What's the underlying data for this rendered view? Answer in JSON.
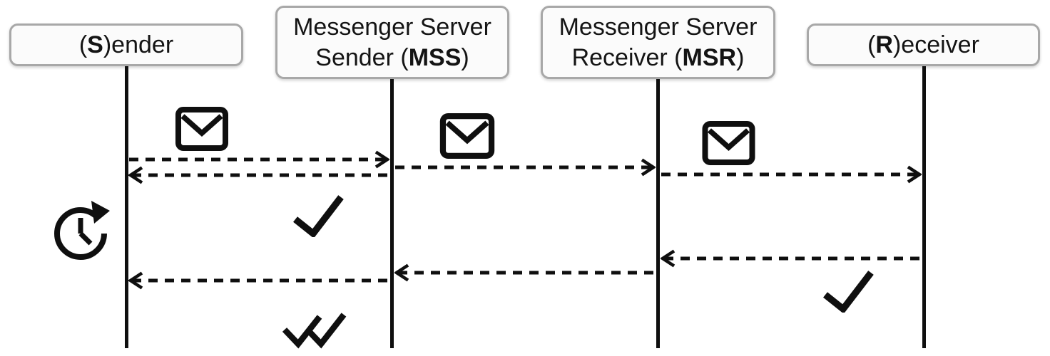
{
  "diagram": {
    "type": "sequence-diagram",
    "topic": "message delivery between sender, messenger servers and receiver",
    "colors": {
      "background": "#ffffff",
      "line": "#0f0f0f",
      "text": "#141414",
      "box_border": "#a8a8a8",
      "box_fill": "#fbfbfb"
    },
    "actors": [
      {
        "id": "sender",
        "label": {
          "pre": "(",
          "bold": "S",
          "post": ")ender"
        }
      },
      {
        "id": "mss",
        "line1": "Messenger Server",
        "line2": {
          "pre": "Sender (",
          "bold": "MSS",
          "post": ")"
        }
      },
      {
        "id": "msr",
        "line1": "Messenger Server",
        "line2": {
          "pre": "Receiver (",
          "bold": "MSR",
          "post": ")"
        }
      },
      {
        "id": "receiver",
        "label": {
          "pre": "(",
          "bold": "R",
          "post": ")eceiver"
        }
      }
    ],
    "messages": [
      {
        "from": "Sender",
        "to": "MSS",
        "line": "dashed",
        "icon": "envelope"
      },
      {
        "from": "MSS",
        "to": "MSR",
        "line": "dashed",
        "icon": "envelope"
      },
      {
        "from": "MSS",
        "to": "Sender",
        "line": "dashed",
        "icon": null
      },
      {
        "from": "MSR",
        "to": "Receiver",
        "line": "dashed",
        "icon": "envelope"
      },
      {
        "from": "Receiver",
        "to": "MSR",
        "line": "dashed",
        "icon": null
      },
      {
        "from": "MSR",
        "to": "MSS",
        "line": "dashed",
        "icon": null
      },
      {
        "from": "MSS",
        "to": "Sender",
        "line": "dashed",
        "icon": null
      }
    ],
    "status_icons": [
      {
        "name": "retry-clock-icon",
        "near": "sender-lifeline"
      },
      {
        "name": "check-icon",
        "near": "mss-lifeline",
        "meaning": "sent"
      },
      {
        "name": "check-icon",
        "near": "receiver-lifeline",
        "meaning": "received"
      },
      {
        "name": "double-check-icon",
        "near": "mss-lifeline",
        "meaning": "delivered"
      }
    ]
  }
}
